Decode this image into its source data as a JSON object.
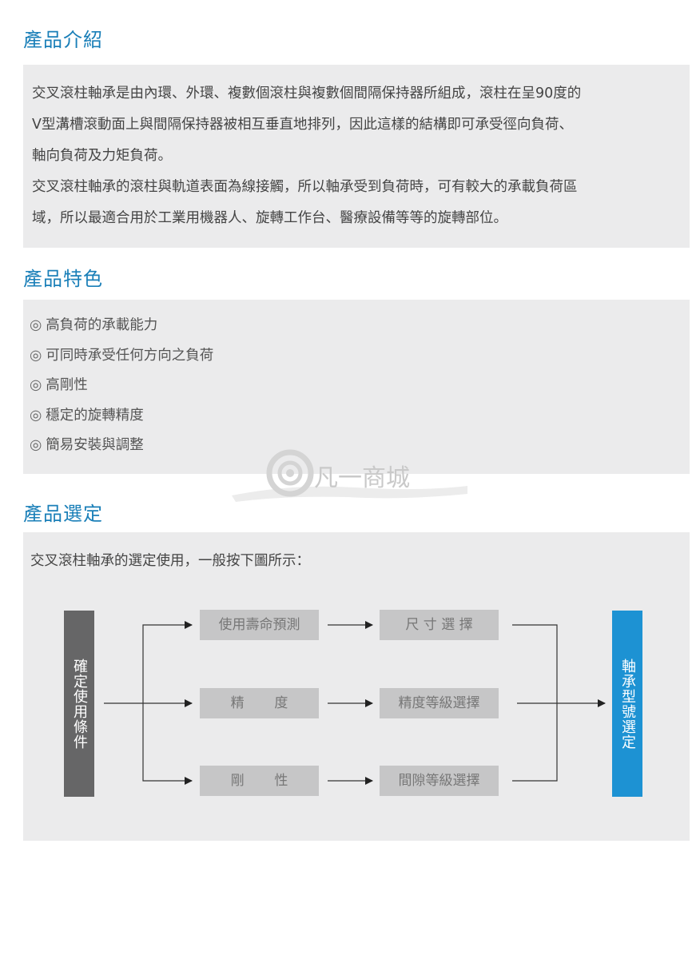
{
  "intro": {
    "heading": "產品介紹",
    "lines": [
      "交叉滾柱軸承是由內環、外環、複數個滾柱與複數個間隔保持器所組成，滾柱在呈90度的",
      "V型溝槽滾動面上與間隔保持器被相互垂直地排列，因此這樣的結構即可承受徑向負荷、",
      "軸向負荷及力矩負荷。",
      "交叉滾柱軸承的滾柱與軌道表面為線接觸，所以軸承受到負荷時，可有較大的承載負荷區",
      "域，所以最適合用於工業用機器人、旋轉工作台、醫療設備等等的旋轉部位。"
    ]
  },
  "features": {
    "heading": "產品特色",
    "bullet": "◎",
    "items": [
      "高負荷的承載能力",
      "可同時承受任何方向之負荷",
      "高剛性",
      "穩定的旋轉精度",
      "簡易安裝與調整"
    ]
  },
  "watermark": {
    "text": "凡一商城"
  },
  "selection": {
    "heading": "產品選定",
    "intro": "交叉滾柱軸承的選定使用，一般按下圖所示：",
    "flow": {
      "start": "確定使用條件",
      "end": "軸承型號選定",
      "row1": {
        "step1": "使用壽命預測",
        "step2": "尺 寸 選 擇"
      },
      "row2": {
        "step1": "精       度",
        "step2": "精度等級選擇"
      },
      "row3": {
        "step1": "剛       性",
        "step2": "間隙等級選擇"
      }
    }
  },
  "colors": {
    "heading": "#1a7fb8",
    "panel": "#ebebec",
    "step_box": "#c6c6c7",
    "start_box": "#666667",
    "end_box": "#1d92d3"
  }
}
